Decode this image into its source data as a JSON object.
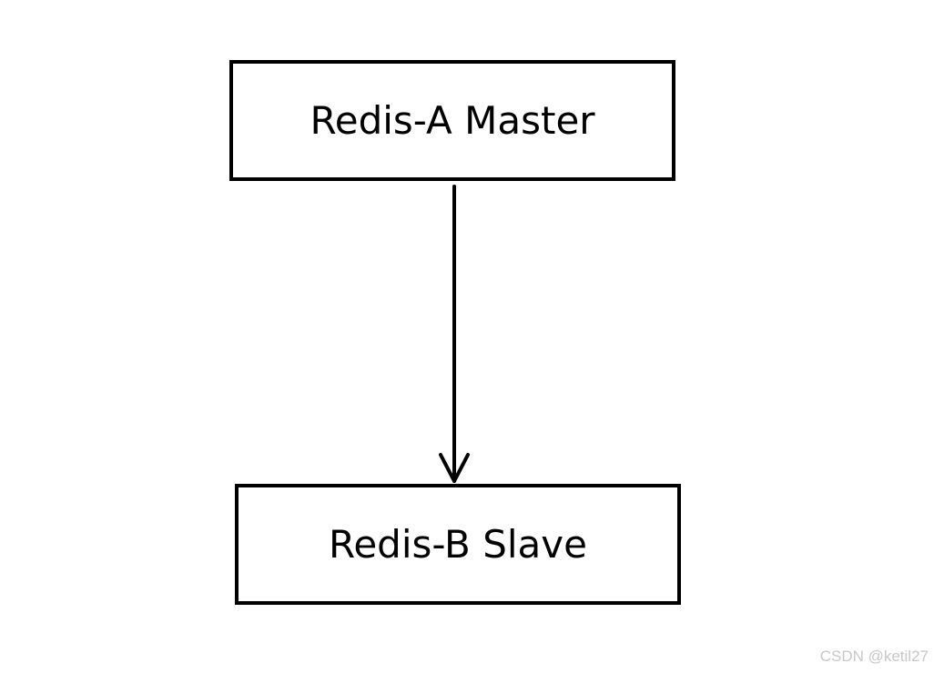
{
  "diagram": {
    "nodes": [
      {
        "id": "master",
        "label": "Redis-A Master"
      },
      {
        "id": "slave",
        "label": "Redis-B Slave"
      }
    ],
    "edges": [
      {
        "from": "master",
        "to": "slave",
        "directed": true
      }
    ],
    "colors": {
      "stroke": "#000000",
      "background": "#ffffff",
      "watermark": "#c8c8c8"
    }
  },
  "watermark": "CSDN @ketil27"
}
